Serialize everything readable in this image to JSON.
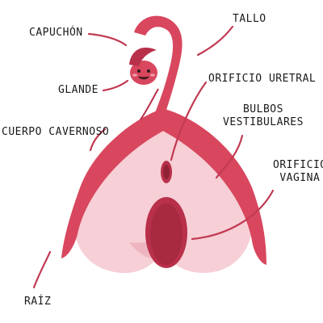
{
  "labels": {
    "capuchon": "CAPUCHÓN",
    "tallo": "TALLO",
    "glande": "GLANDE",
    "orificio_uretral": "ORIFICIO URETRAL",
    "bulbos_line1": "BULBOS",
    "bulbos_line2": "VESTIBULARES",
    "cuerpo_cavernoso": "CUERPO CAVERNOSO",
    "orificio_vagina_line1": "ORIFICIO",
    "orificio_vagina_line2": "VAGINA",
    "raiz": "RAÍZ"
  },
  "colors": {
    "organ_red": "#d8475e",
    "organ_dark": "#b8304a",
    "bulb_pink": "#f7cfd6",
    "bulb_shadow": "#eeb5c0",
    "opening_dark": "#a82a40",
    "pointer_line": "#c13a52",
    "label_text": "#1a1a1a"
  },
  "icons": {
    "glans_face": "smiling-face-icon"
  }
}
